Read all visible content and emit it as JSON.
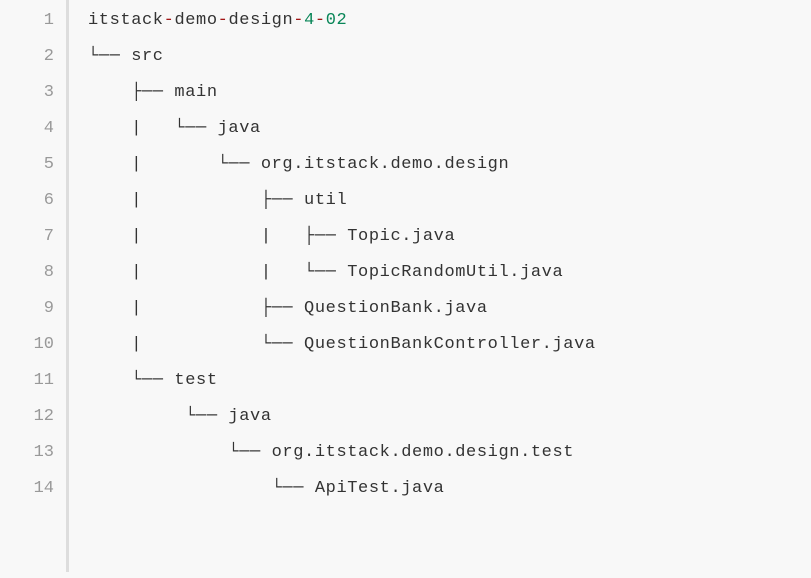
{
  "code": {
    "lines": [
      {
        "num": "1",
        "segments": [
          {
            "t": "itstack",
            "k": "plain"
          },
          {
            "t": "-",
            "k": "op"
          },
          {
            "t": "demo",
            "k": "plain"
          },
          {
            "t": "-",
            "k": "op"
          },
          {
            "t": "design",
            "k": "plain"
          },
          {
            "t": "-",
            "k": "op"
          },
          {
            "t": "4",
            "k": "num"
          },
          {
            "t": "-",
            "k": "op"
          },
          {
            "t": "02",
            "k": "num"
          }
        ]
      },
      {
        "num": "2",
        "segments": [
          {
            "t": "└── src",
            "k": "plain"
          }
        ]
      },
      {
        "num": "3",
        "segments": [
          {
            "t": "    ├── main",
            "k": "plain"
          }
        ]
      },
      {
        "num": "4",
        "segments": [
          {
            "t": "    |   └── java",
            "k": "plain"
          }
        ]
      },
      {
        "num": "5",
        "segments": [
          {
            "t": "    |       └── org.itstack.demo.design",
            "k": "plain"
          }
        ]
      },
      {
        "num": "6",
        "segments": [
          {
            "t": "    |           ├── util",
            "k": "plain"
          }
        ]
      },
      {
        "num": "7",
        "segments": [
          {
            "t": "    |           |   ├── Topic.java",
            "k": "plain"
          }
        ]
      },
      {
        "num": "8",
        "segments": [
          {
            "t": "    |           |   └── TopicRandomUtil.java",
            "k": "plain"
          }
        ]
      },
      {
        "num": "9",
        "segments": [
          {
            "t": "    |           ├── QuestionBank.java",
            "k": "plain"
          }
        ]
      },
      {
        "num": "10",
        "segments": [
          {
            "t": "    |           └── QuestionBankController.java",
            "k": "plain"
          }
        ]
      },
      {
        "num": "11",
        "segments": [
          {
            "t": "    └── test",
            "k": "plain"
          }
        ]
      },
      {
        "num": "12",
        "segments": [
          {
            "t": "         └── java",
            "k": "plain"
          }
        ]
      },
      {
        "num": "13",
        "segments": [
          {
            "t": "             └── org.itstack.demo.design.test",
            "k": "plain"
          }
        ]
      },
      {
        "num": "14",
        "segments": [
          {
            "t": "                 └── ApiTest.java",
            "k": "plain"
          }
        ]
      }
    ]
  }
}
